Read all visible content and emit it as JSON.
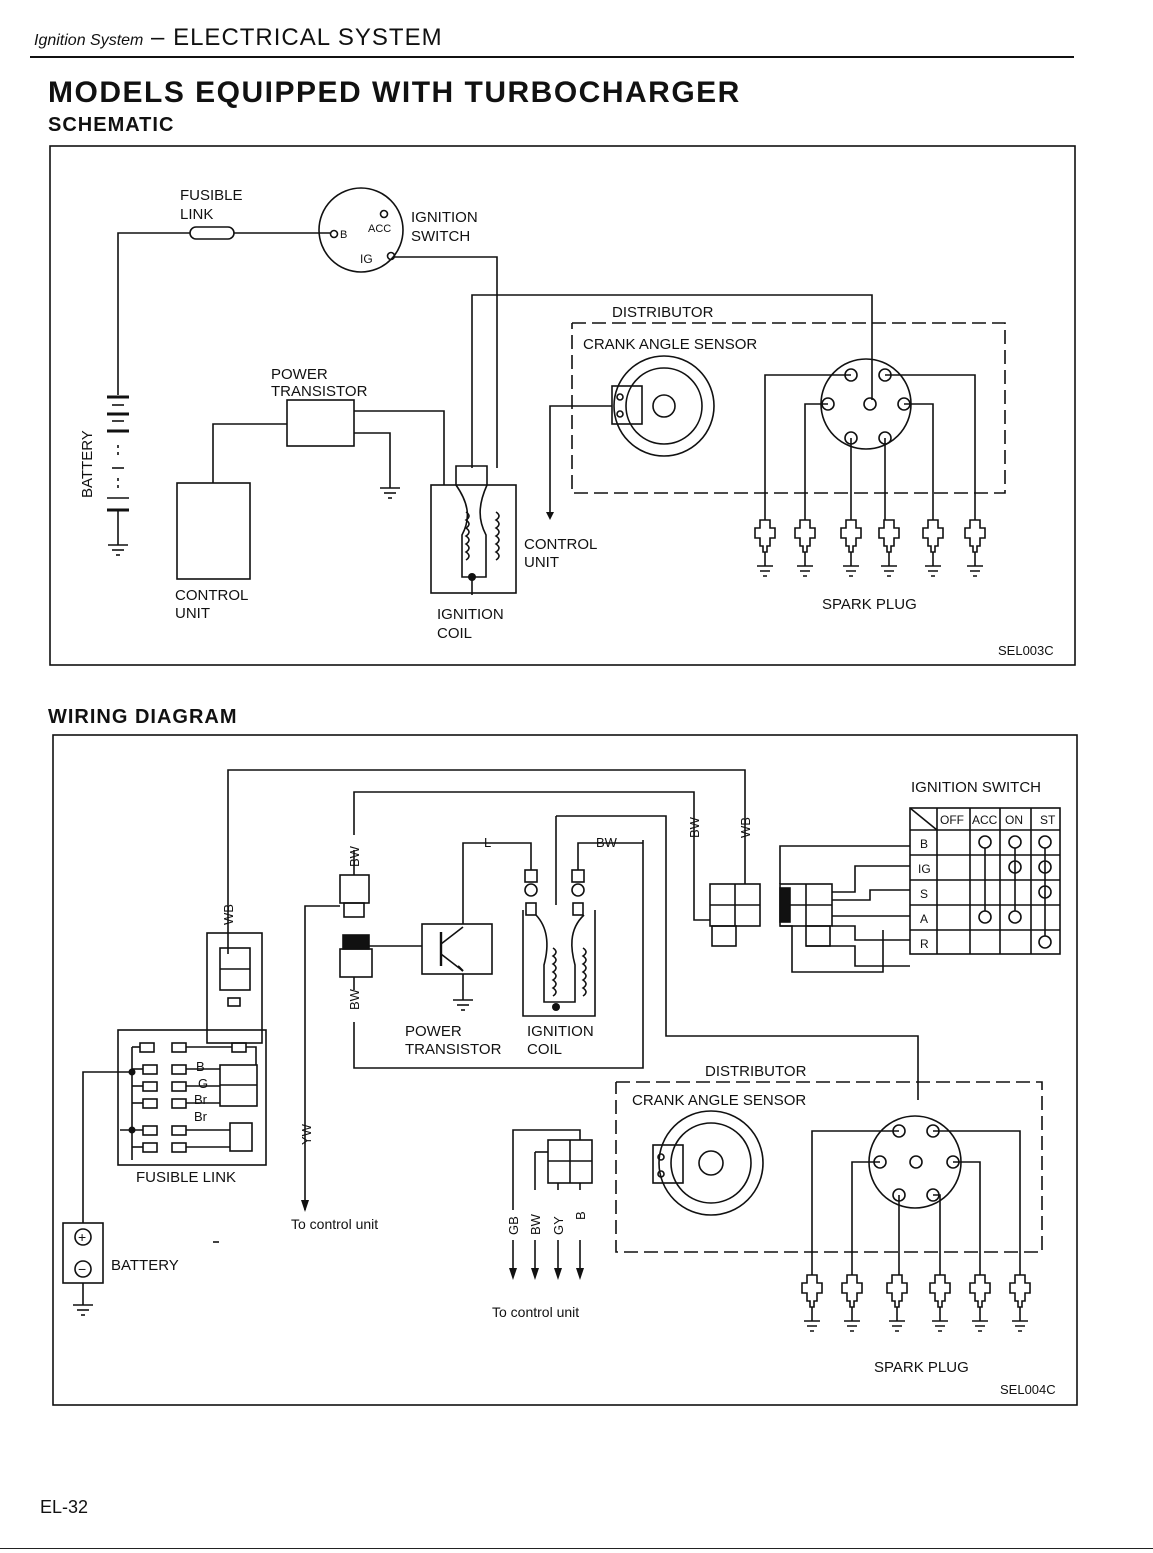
{
  "header": {
    "section_italic": "Ignition System",
    "section_dash": " – ",
    "section_title": "ELECTRICAL SYSTEM"
  },
  "title": "MODELS EQUIPPED WITH TURBOCHARGER",
  "schematic": {
    "heading": "SCHEMATIC",
    "fusible_link": [
      "FUSIBLE",
      "LINK"
    ],
    "ignition_switch": [
      "IGNITION",
      "SWITCH"
    ],
    "switch_terminals": {
      "b": "B",
      "acc": "ACC",
      "ig": "IG"
    },
    "battery": "BATTERY",
    "power_transistor": [
      "POWER",
      "TRANSISTOR"
    ],
    "distributor": "DISTRIBUTOR",
    "crank_angle_sensor": "CRANK ANGLE SENSOR",
    "control_unit_right": [
      "CONTROL",
      "UNIT"
    ],
    "control_unit_left": [
      "CONTROL",
      "UNIT"
    ],
    "ignition_coil": [
      "IGNITION",
      "COIL"
    ],
    "spark_plug": "SPARK PLUG",
    "code": "SEL003C"
  },
  "wiring": {
    "heading": "WIRING DIAGRAM",
    "ignition_switch": "IGNITION SWITCH",
    "switch_table": {
      "columns": [
        "OFF",
        "ACC",
        "ON",
        "ST"
      ],
      "rows": [
        "B",
        "IG",
        "S",
        "A",
        "R"
      ]
    },
    "wire_colors": {
      "wb": "WB",
      "bw": "BW",
      "l": "L",
      "yw": "YW",
      "gb": "GB",
      "gy": "GY",
      "b": "B"
    },
    "fusible_link": "FUSIBLE LINK",
    "fuse_labels": [
      "B",
      "G",
      "Br",
      "Br"
    ],
    "battery": "BATTERY",
    "battery_plus": "+",
    "battery_minus": "−",
    "power_transistor": [
      "POWER",
      "TRANSISTOR"
    ],
    "ignition_coil": [
      "IGNITION",
      "COIL"
    ],
    "distributor": "DISTRIBUTOR",
    "crank_angle_sensor": "CRANK ANGLE SENSOR",
    "to_control_unit_1": "To control unit",
    "to_control_unit_2": "To control unit",
    "spark_plug": "SPARK PLUG",
    "code": "SEL004C"
  },
  "footer": {
    "page": "EL-32"
  }
}
